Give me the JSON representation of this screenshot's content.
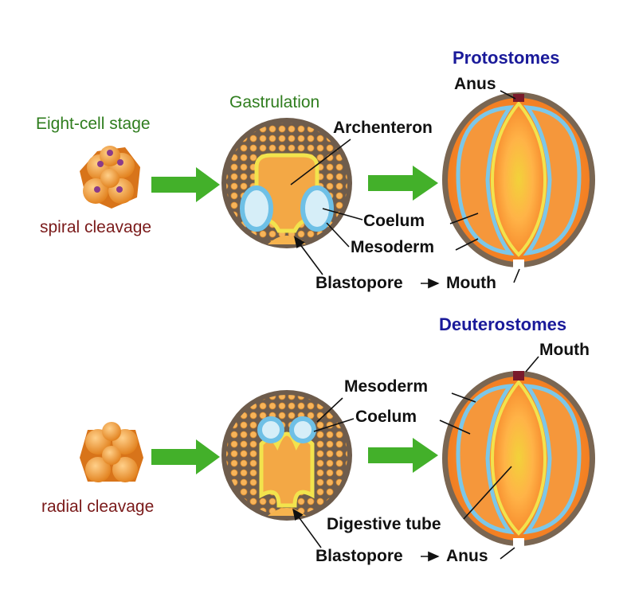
{
  "colors": {
    "arrow_green": "#43b02a",
    "label_green": "#2f7d1e",
    "label_red": "#7a1a1a",
    "label_blue": "#1a1a9a",
    "embryo_orange": "#f29a2e",
    "coelom_blue": "#7cc7e8",
    "wall_brown": "#7a6652"
  },
  "top": {
    "stage_label": "Eight-cell stage",
    "cleavage_label": "spiral cleavage",
    "gastrulation_label": "Gastrulation",
    "archenteron_label": "Archenteron",
    "coelum_label": "Coelum",
    "mesoderm_label": "Mesoderm",
    "blastopore_label": "Blastopore",
    "blastopore_fate": "Mouth",
    "group_title": "Protostomes",
    "anus_label": "Anus"
  },
  "bottom": {
    "cleavage_label": "radial cleavage",
    "mesoderm_label": "Mesoderm",
    "coelum_label": "Coelum",
    "digestive_label": "Digestive tube",
    "blastopore_label": "Blastopore",
    "blastopore_fate": "Anus",
    "group_title": "Deuterostomes",
    "mouth_label": "Mouth"
  }
}
